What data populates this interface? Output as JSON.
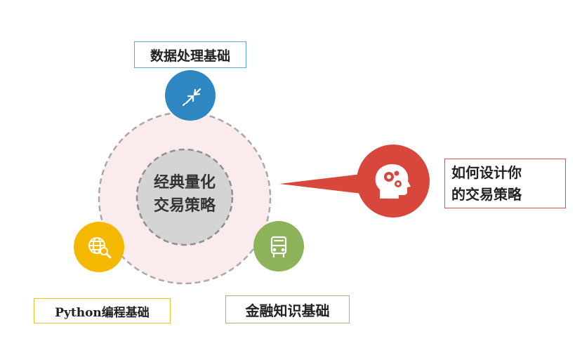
{
  "center": {
    "line1": "经典量化",
    "line2": "交易策略"
  },
  "nodes": {
    "data_processing": {
      "label": "数据处理基础",
      "color": "#2e87c0",
      "icon": "compress-arrows-icon"
    },
    "python": {
      "label": "Python编程基础",
      "color": "#f5b800",
      "icon": "globe-search-icon"
    },
    "finance": {
      "label": "金融知识基础",
      "color": "#8db35a",
      "icon": "bus-icon"
    },
    "strategy": {
      "line1": "如何设计你",
      "line2": "的交易策略",
      "color": "#d7473c",
      "icon": "head-gears-icon"
    }
  },
  "colors": {
    "outer_ring_fill": "#fcebed",
    "inner_circle_fill": "#d4d4d4",
    "dashed_stroke": "#a8a8a8"
  }
}
